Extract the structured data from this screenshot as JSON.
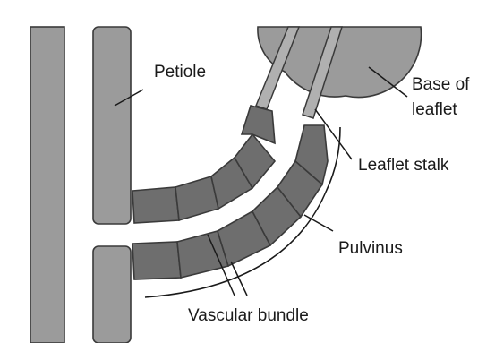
{
  "labels": {
    "petiole": "Petiole",
    "base_of_leaflet_line1": "Base of",
    "base_of_leaflet_line2": "leaflet",
    "leaflet_stalk": "Leaflet stalk",
    "pulvinus": "Pulvinus",
    "vascular_bundle": "Vascular bundle"
  }
}
